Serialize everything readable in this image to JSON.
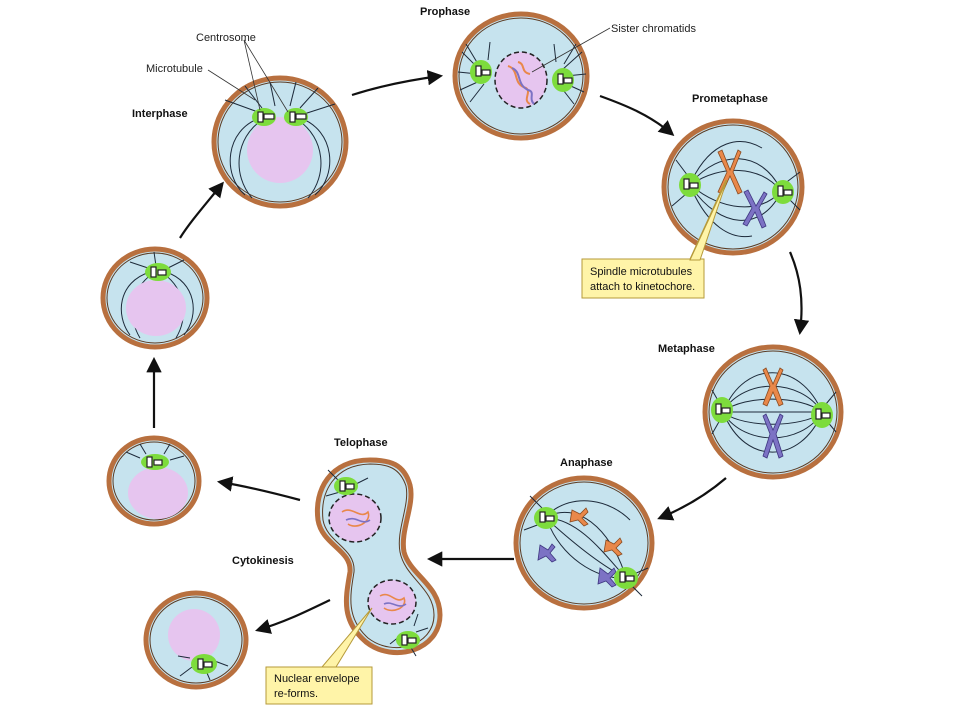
{
  "labels": {
    "prophase": "Prophase",
    "sister_chromatids": "Sister chromatids",
    "centrosome": "Centrosome",
    "microtubule": "Microtubule",
    "interphase": "Interphase",
    "prometaphase": "Prometaphase",
    "metaphase": "Metaphase",
    "anaphase": "Anaphase",
    "telophase": "Telophase",
    "cytokinesis": "Cytokinesis"
  },
  "callouts": {
    "kinetochore": [
      "Spindle microtubules",
      "attach to kinetochore."
    ],
    "nuclear_envelope": [
      "Nuclear envelope",
      "re-forms."
    ]
  },
  "colors": {
    "cytoplasm": "#c6e3ee",
    "membrane": "#b8703f",
    "nucleus": "#e6c5ef",
    "centrosome_glow": "#7ddc3c",
    "chromosome_orange": "#e9884a",
    "chromosome_blue": "#7c72c4",
    "callout": "#fff4a8"
  }
}
